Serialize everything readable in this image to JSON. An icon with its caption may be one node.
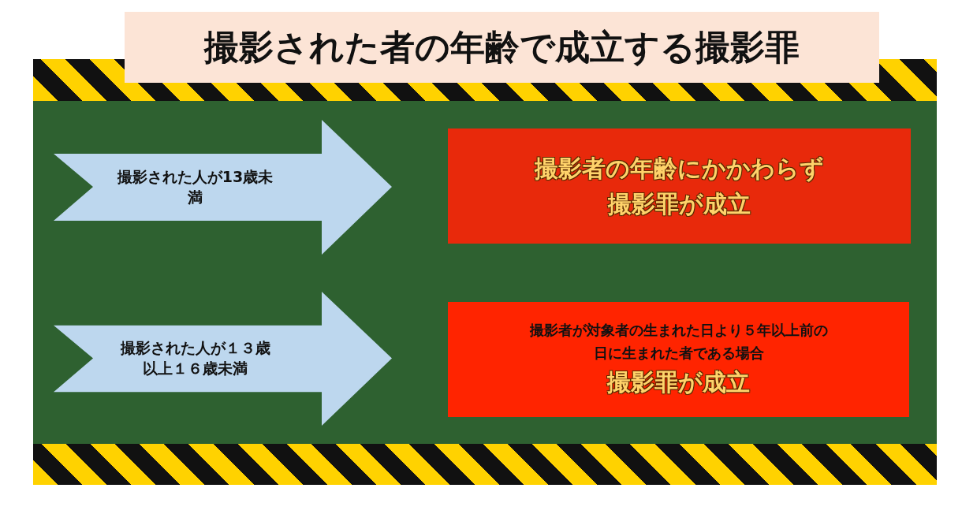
{
  "diagram": {
    "title": "撮影された者の年齢で成立する撮影罪",
    "nodes": [
      {
        "text": [
          "撮影された人が13歳未満"
        ]
      },
      {
        "text": [
          "撮影者の年齢にかかわらず",
          "撮影罪が成立"
        ]
      },
      {
        "text": [
          "撮影された人が１３歳以上１６歳未満"
        ]
      },
      {
        "text": [
          "撮影者が対象者の生まれた日より５年以上前の日に生まれた者である場合",
          "撮影罪が成立"
        ]
      }
    ],
    "edges": []
  }
}
